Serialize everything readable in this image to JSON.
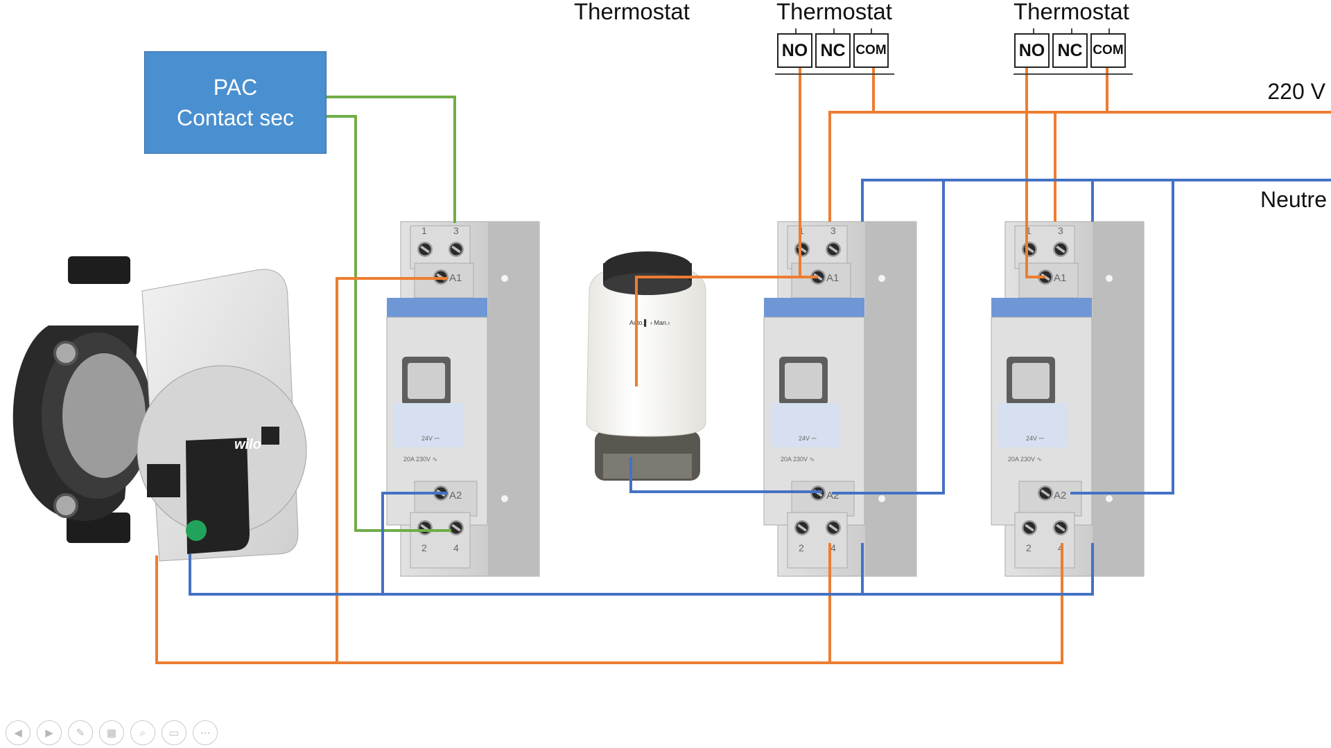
{
  "pac": {
    "line1": "PAC",
    "line2": "Contact sec"
  },
  "thermostats": [
    {
      "title": "Thermostat"
    },
    {
      "title": "Thermostat",
      "terminals": [
        "NO",
        "NC",
        "COM"
      ]
    },
    {
      "title": "Thermostat",
      "terminals": [
        "NO",
        "NC",
        "COM"
      ]
    }
  ],
  "lines": {
    "phase": "220 V",
    "neutral": "Neutre"
  },
  "relay": {
    "top_terminals": [
      "1",
      "3"
    ],
    "coil_a1": "A1",
    "coil_a2": "A2",
    "bottom_terminals": [
      "2",
      "4"
    ],
    "rating_coil": "24V ⎓",
    "rating_contact": "20A 230V ∿"
  },
  "pump": {
    "brand": "wilo"
  },
  "actuator": {
    "switch_label": "Auto.▌ › Man.›"
  },
  "colors": {
    "phase": "#ed7d31",
    "neutral": "#4472c4",
    "dry_contact": "#70ad47",
    "pac_box": "#4a8fd0"
  },
  "toolbar": {
    "icons": [
      "previous-icon",
      "next-icon",
      "pen-icon",
      "slides-grid-icon",
      "zoom-icon",
      "subtitles-icon",
      "more-icon"
    ],
    "glyphs": [
      "◀",
      "▶",
      "✎",
      "▦",
      "⌕",
      "▭",
      "⋯"
    ]
  }
}
